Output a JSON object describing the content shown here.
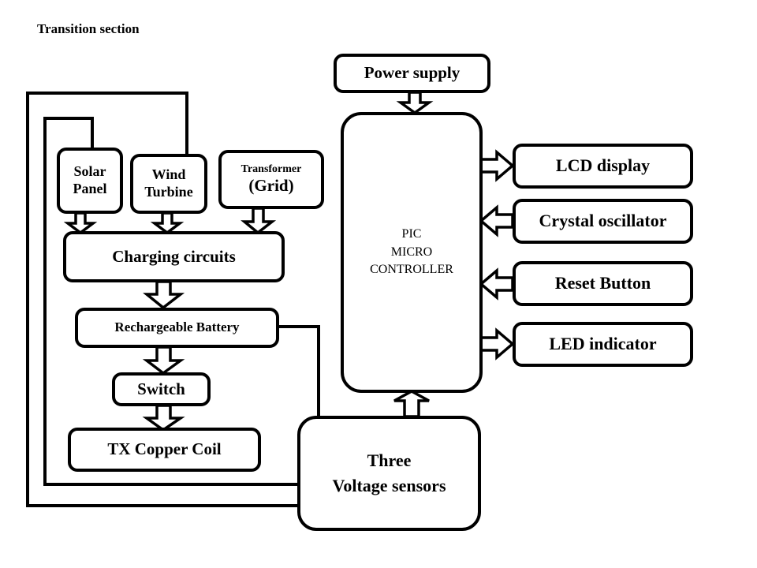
{
  "title": "Transition section",
  "blocks": {
    "power_supply": "Power supply",
    "solar_panel": [
      "Solar",
      "Panel"
    ],
    "wind_turbine": [
      "Wind",
      "Turbine"
    ],
    "transformer": [
      "Transformer",
      "(Grid)"
    ],
    "charging_circuits": "Charging circuits",
    "rechargeable_battery": "Rechargeable Battery",
    "switch": "Switch",
    "tx_copper_coil": "TX Copper Coil",
    "microcontroller": [
      "PIC",
      "MICRO",
      "CONTROLLER"
    ],
    "lcd_display": "LCD display",
    "crystal_oscillator": "Crystal oscillator",
    "reset_button": "Reset Button",
    "led_indicator": "LED indicator",
    "voltage_sensors": [
      "Three",
      "Voltage sensors"
    ]
  },
  "colors": {
    "stroke": "#000000",
    "background": "#ffffff"
  }
}
